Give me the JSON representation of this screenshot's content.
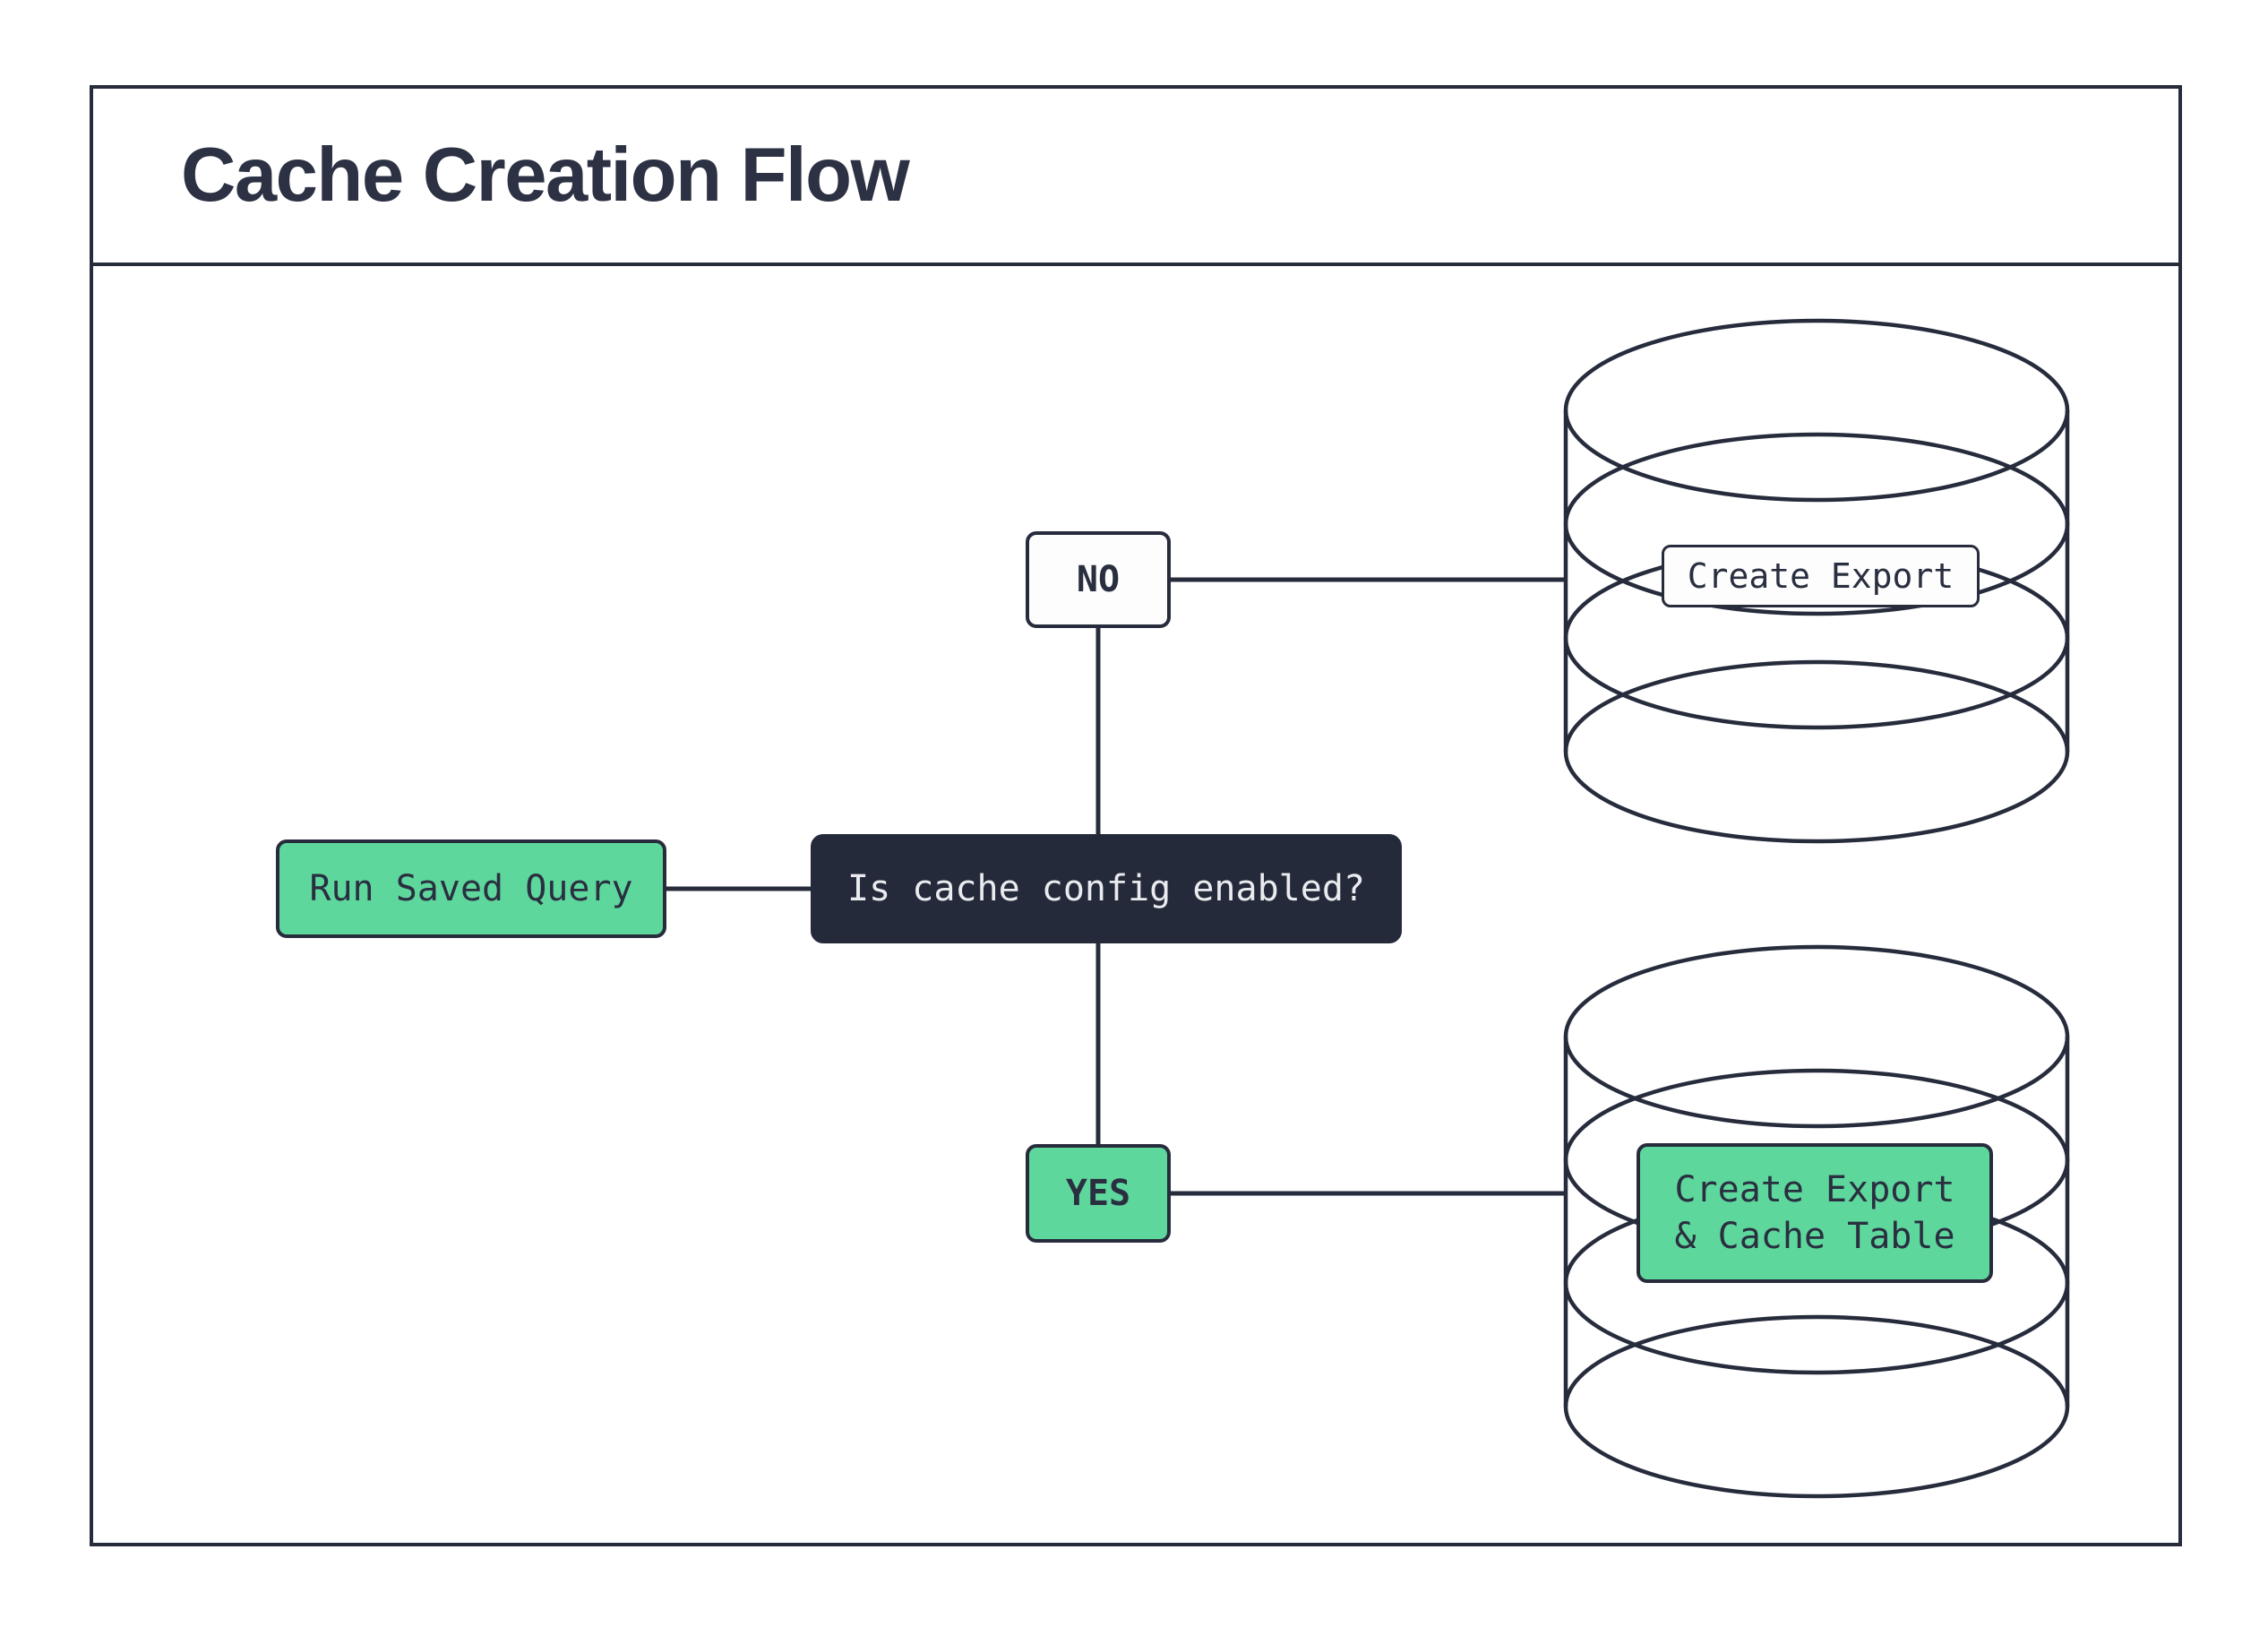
{
  "title": "Cache Creation Flow",
  "nodes": {
    "start": {
      "label": "Run Saved Query"
    },
    "decision": {
      "label": "Is cache config enabled?"
    },
    "no_branch": {
      "label": "NO"
    },
    "yes_branch": {
      "label": "YES"
    },
    "no_result": {
      "label": "Create Export"
    },
    "yes_result": {
      "lines": [
        "Create Export",
        "& Cache Table"
      ]
    }
  },
  "edges": [
    "Run Saved Query -> Is cache config enabled?",
    "Is cache config enabled? -> NO",
    "Is cache config enabled? -> YES",
    "NO -> Create Export (database)",
    "YES -> Create Export & Cache Table (database)"
  ],
  "colors": {
    "ink_navy": "#272c3d",
    "dark_node_bg": "#252a3b",
    "dark_node_text": "#e9ebee",
    "accent_green": "#5ed79d",
    "node_text": "#2a2f40",
    "light_node_bg": "#fdfdfd",
    "page_bg": "#ffffff"
  }
}
